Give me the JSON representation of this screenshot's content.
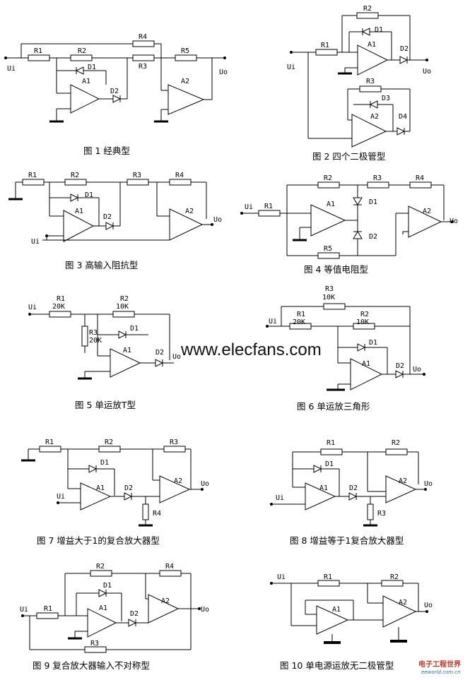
{
  "figures": [
    {
      "caption": "图 1 经典型",
      "labels": {
        "in": "Ui",
        "out": "Uo",
        "r1": "R1",
        "r2": "R2",
        "r3": "R3",
        "r4": "R4",
        "r5": "R5",
        "d1": "D1",
        "d2": "D2",
        "a1": "A1",
        "a2": "A2"
      }
    },
    {
      "caption": "图 2 四个二极管型",
      "labels": {
        "in": "Ui",
        "out": "Uo",
        "r1": "R1",
        "r2": "R2",
        "r3": "R3",
        "d1": "D1",
        "d2": "D2",
        "d3": "D3",
        "d4": "D4",
        "a1": "A1",
        "a2": "A2"
      }
    },
    {
      "caption": "图 3 高输入阻抗型",
      "labels": {
        "in": "Ui",
        "out": "Uo",
        "r1": "R1",
        "r2": "R2",
        "r3": "R3",
        "r4": "R4",
        "d1": "D1",
        "d2": "D2",
        "a1": "A1",
        "a2": "A2"
      }
    },
    {
      "caption": "图 4 等值电阻型",
      "labels": {
        "in": "Ui",
        "out": "Uo",
        "r1": "R1",
        "r2": "R2",
        "r3": "R3",
        "r4": "R4",
        "r5": "R5",
        "d1": "D1",
        "d2": "D2",
        "a1": "A1",
        "a2": "A2"
      }
    },
    {
      "caption": "图 5 单运放T型",
      "labels": {
        "in": "Ui",
        "out": "Uo",
        "r1": "R1",
        "r1v": "20K",
        "r2": "R2",
        "r2v": "10K",
        "r3": "R3",
        "r3v": "20K",
        "d1": "D1",
        "d2": "D2",
        "a1": "A1"
      }
    },
    {
      "caption": "图 6 单运放三角形",
      "labels": {
        "in": "Ui",
        "out": "Uo",
        "r1": "R1",
        "r1v": "20K",
        "r2": "R2",
        "r2v": "10K",
        "r3": "R3",
        "r3v": "10K",
        "d1": "D1",
        "d2": "D2",
        "a1": "A1"
      }
    },
    {
      "caption": "图 7 增益大于1的复合放大器型",
      "labels": {
        "in": "Ui",
        "out": "Uo",
        "r1": "R1",
        "r2": "R2",
        "r3": "R3",
        "r4": "R4",
        "d1": "D1",
        "d2": "D2",
        "a1": "A1",
        "a2": "A2"
      }
    },
    {
      "caption": "图 8 增益等于1复合放大器型",
      "labels": {
        "in": "Ui",
        "out": "Uo",
        "r1": "R1",
        "r2": "R2",
        "r3": "R3",
        "d1": "D1",
        "d2": "D2",
        "a1": "A1",
        "a2": "A2"
      }
    },
    {
      "caption": "图 9 复合放大器输入不对称型",
      "labels": {
        "in": "Ui",
        "out": "Uo",
        "r1": "R1",
        "r2": "R2",
        "r3": "R3",
        "r4": "R4",
        "d1": "D1",
        "d2": "D2",
        "a1": "A1",
        "a2": "A2"
      }
    },
    {
      "caption": "图 10 单电源运放无二极管型",
      "labels": {
        "in": "Ui",
        "out": "Uo",
        "r1": "R1",
        "r2": "R2",
        "a1": "A1",
        "a2": "A2"
      }
    }
  ],
  "watermark": "www.elecfans.com",
  "logo": {
    "title": "电子工程世界",
    "subtitle": "eeworld.com.cn"
  },
  "colors": {
    "ink": "#000000",
    "paper": "#ffffff",
    "logo_red": "#c0392b",
    "logo_blue": "#2b6ca3"
  }
}
